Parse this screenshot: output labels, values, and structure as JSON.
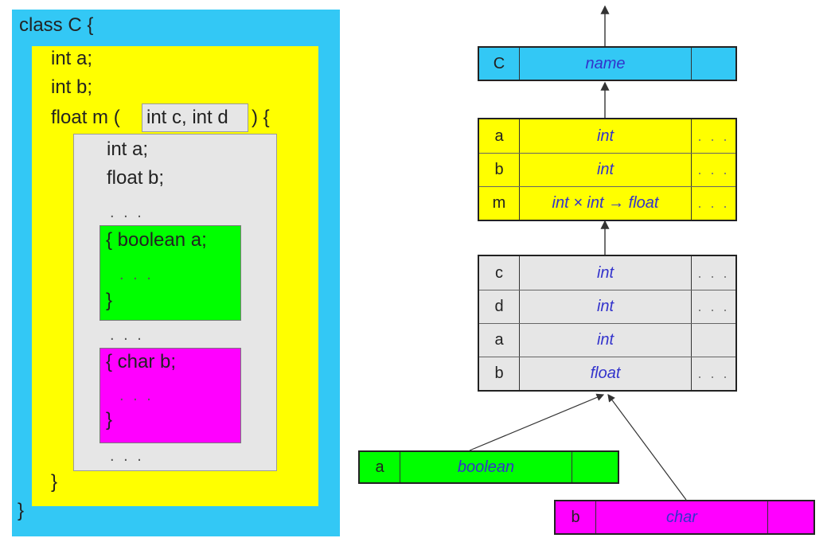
{
  "code": {
    "class_open": "class C {",
    "field_a": "int a;",
    "field_b": "int b;",
    "method_start": "float m (",
    "method_params": "int c, int d",
    "method_open": ") {",
    "local_a": "int a;",
    "local_b": "float b;",
    "dots": ". . .",
    "block1_open": "{ boolean a;",
    "block1_dots": ". . .",
    "block1_close": "}",
    "block2_open": "{ char b;",
    "block2_dots": ". . .",
    "block2_close": "}",
    "method_close": "}",
    "class_close": "}"
  },
  "colors": {
    "class": "#33c8f5",
    "class_body": "#ffff00",
    "method": "#e6e6e6",
    "block_boolean": "#00ff00",
    "block_char": "#ff00ff"
  },
  "tables": {
    "class_table": {
      "rows": [
        {
          "name": "C",
          "type": "name",
          "more": ""
        }
      ]
    },
    "member_table": {
      "rows": [
        {
          "name": "a",
          "type": "int",
          "more": ". . ."
        },
        {
          "name": "b",
          "type": "int",
          "more": ". . ."
        },
        {
          "name": "m",
          "type": "int × int → float",
          "more": ". . ."
        }
      ]
    },
    "method_table": {
      "rows": [
        {
          "name": "c",
          "type": "int",
          "more": ". . ."
        },
        {
          "name": "d",
          "type": "int",
          "more": ". . ."
        },
        {
          "name": "a",
          "type": "int",
          "more": ""
        },
        {
          "name": "b",
          "type": "float",
          "more": ". . ."
        }
      ]
    },
    "boolean_table": {
      "rows": [
        {
          "name": "a",
          "type": "boolean",
          "more": ""
        }
      ]
    },
    "char_table": {
      "rows": [
        {
          "name": "b",
          "type": "char",
          "more": ""
        }
      ]
    }
  }
}
